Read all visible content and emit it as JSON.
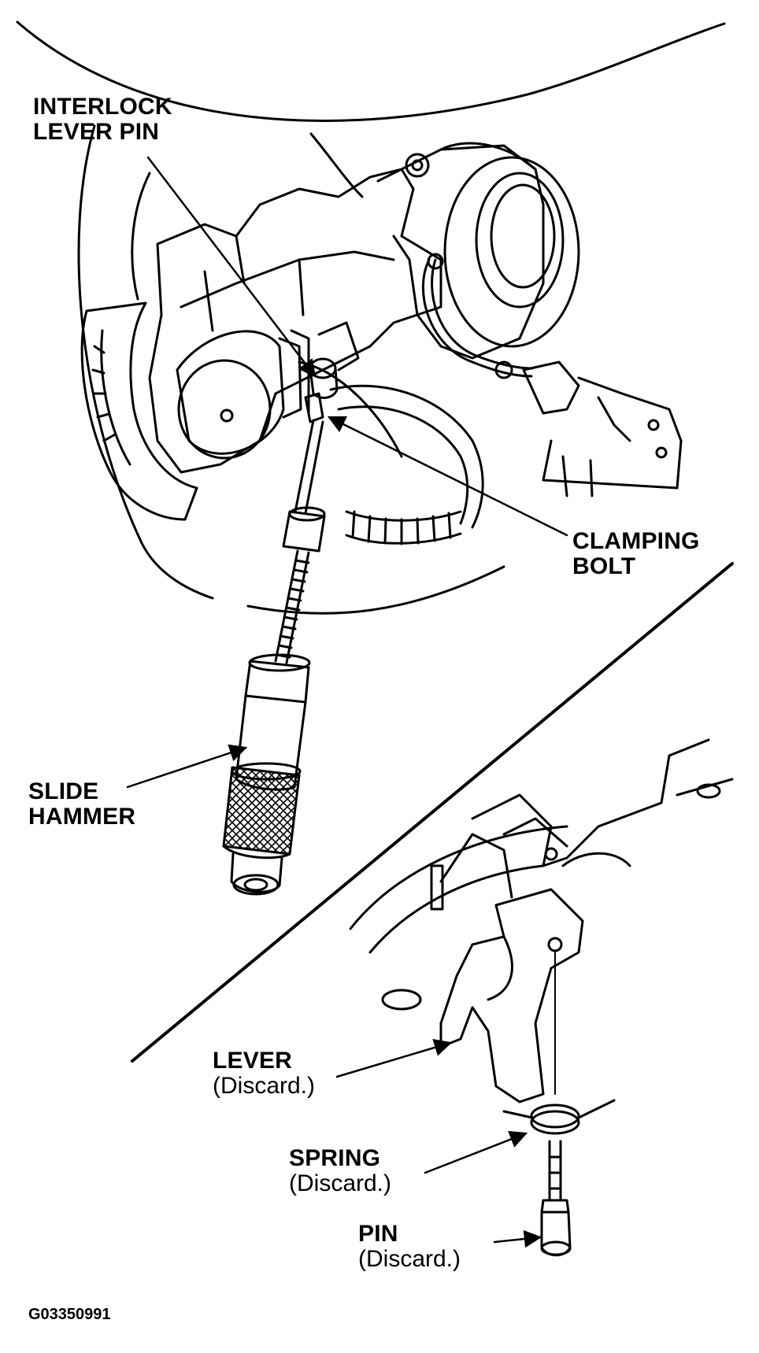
{
  "labels": {
    "interlock_lever_pin": [
      "INTERLOCK",
      "LEVER PIN"
    ],
    "clamping_bolt": [
      "CLAMPING",
      "BOLT"
    ],
    "slide_hammer": [
      "SLIDE",
      "HAMMER"
    ],
    "lever": {
      "name": "LEVER",
      "note": "(Discard.)"
    },
    "spring": {
      "name": "SPRING",
      "note": "(Discard.)"
    },
    "pin": {
      "name": "PIN",
      "note": "(Discard.)"
    }
  },
  "figure_code": "G03350991"
}
